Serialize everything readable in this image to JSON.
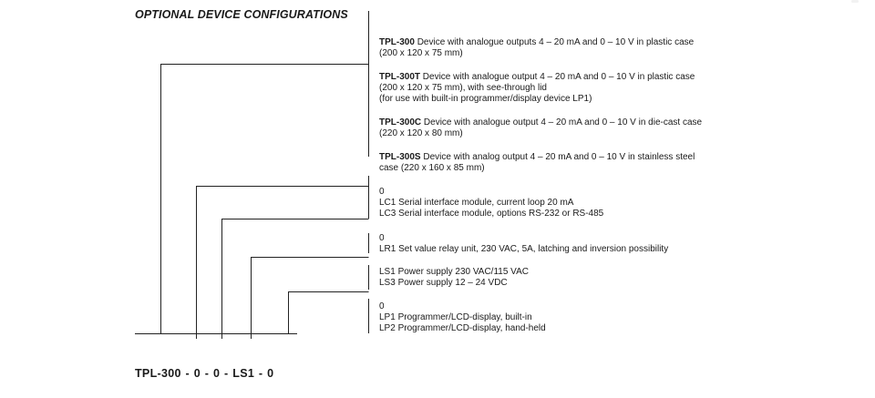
{
  "heading": "OPTIONAL DEVICE CONFIGURATIONS",
  "variants": [
    {
      "code": "TPL-300",
      "desc": "Device with analogue outputs 4 – 20 mA and 0 – 10 V in plastic case",
      "lines": [
        "(200 x 120 x 75 mm)"
      ]
    },
    {
      "code": "TPL-300T",
      "desc": "Device with analogue output 4 – 20 mA and 0 – 10 V in plastic case",
      "lines": [
        "(200 x 120 x 75 mm), with see-through lid",
        "(for use with built-in programmer/display device LP1)"
      ]
    },
    {
      "code": "TPL-300C",
      "desc": "Device with analogue output 4 – 20 mA and 0 – 10 V in die-cast case",
      "lines": [
        "(220 x 120 x 80 mm)"
      ]
    },
    {
      "code": "TPL-300S",
      "desc": "Device with analog output 4 – 20 mA and 0 – 10 V in stainless steel",
      "lines": [
        "case (220 x 160 x 85 mm)"
      ]
    }
  ],
  "serial_options": [
    "0",
    "LC1 Serial interface module, current loop 20 mA",
    "LC3 Serial interface module, options RS-232 or RS-485"
  ],
  "relay_options": [
    "0",
    "LR1 Set value relay unit, 230 VAC, 5A, latching and inversion possibility"
  ],
  "power_options": [
    "LS1 Power supply 230 VAC/115 VAC",
    "LS3 Power supply 12 – 24 VDC"
  ],
  "programmer_options": [
    "0",
    "LP1 Programmer/LCD-display, built-in",
    "LP2 Programmer/LCD-display, hand-held"
  ],
  "example_code": "TPL-300 - 0 - 0 - LS1 - 0"
}
